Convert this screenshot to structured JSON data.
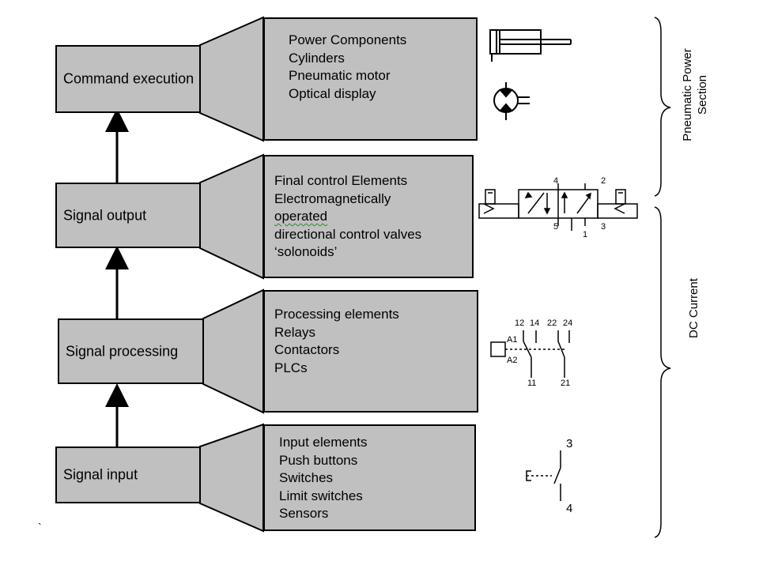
{
  "stages": [
    {
      "id": "command-execution",
      "label": "Command execution",
      "lines": [
        "Power Components",
        "Cylinders",
        "Pneumatic motor",
        "Optical display"
      ]
    },
    {
      "id": "signal-output",
      "label": "Signal output",
      "lines": [
        "Final control Elements",
        "Electromagnetically",
        "operated",
        "directional control valves",
        "‘solonoids’"
      ]
    },
    {
      "id": "signal-processing",
      "label": "Signal processing",
      "lines": [
        "Processing elements",
        "Relays",
        "Contactors",
        "PLCs"
      ]
    },
    {
      "id": "signal-input",
      "label": "Signal input",
      "lines": [
        "Input elements",
        "Push buttons",
        "Switches",
        "Limit switches",
        "Sensors"
      ]
    }
  ],
  "groups": {
    "pneumatic": {
      "line1": "Pneumatic Power",
      "line2": "Section"
    },
    "dc": {
      "label": "DC Current"
    }
  },
  "symbols": {
    "valve": {
      "port4": "4",
      "port2": "2",
      "port5": "5",
      "port1": "1",
      "port3": "3"
    },
    "relay": {
      "t12": "12",
      "t14": "14",
      "t22": "22",
      "t24": "24",
      "a1": "A1",
      "a2": "A2",
      "t11": "11",
      "t21": "21"
    },
    "switch": {
      "t3": "3",
      "t4": "4"
    }
  },
  "misc": {
    "stray_mark": "`"
  }
}
